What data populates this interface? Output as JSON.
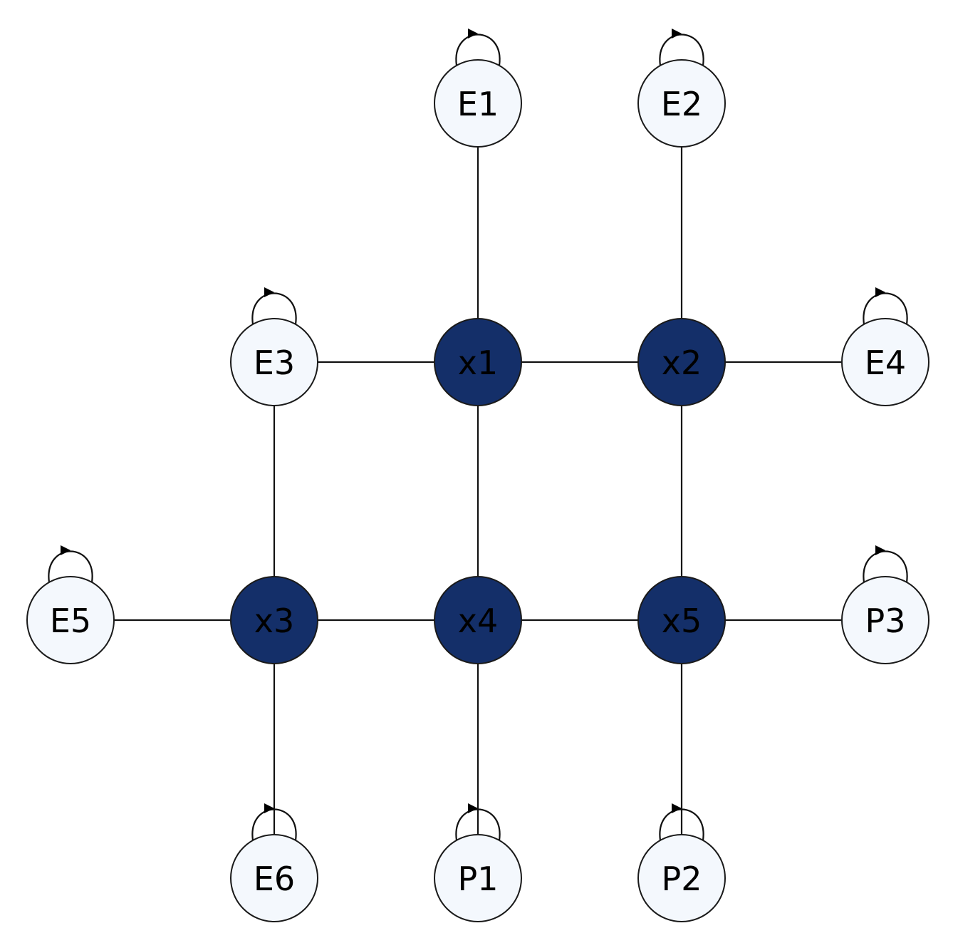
{
  "colors": {
    "variable_fill": "#142f69",
    "factor_fill": "#f4f8fd",
    "variable_text": "#000000",
    "factor_text": "#000000",
    "edge": "#111111"
  },
  "nodes": [
    {
      "id": "x1",
      "label": "x1",
      "kind": "variable"
    },
    {
      "id": "x2",
      "label": "x2",
      "kind": "variable"
    },
    {
      "id": "x3",
      "label": "x3",
      "kind": "variable"
    },
    {
      "id": "x4",
      "label": "x4",
      "kind": "variable"
    },
    {
      "id": "x5",
      "label": "x5",
      "kind": "variable"
    },
    {
      "id": "E1",
      "label": "E1",
      "kind": "factor",
      "self_loop": true
    },
    {
      "id": "E2",
      "label": "E2",
      "kind": "factor",
      "self_loop": true
    },
    {
      "id": "E3",
      "label": "E3",
      "kind": "factor",
      "self_loop": true
    },
    {
      "id": "E4",
      "label": "E4",
      "kind": "factor",
      "self_loop": true
    },
    {
      "id": "E5",
      "label": "E5",
      "kind": "factor",
      "self_loop": true
    },
    {
      "id": "E6",
      "label": "E6",
      "kind": "factor",
      "self_loop": true
    },
    {
      "id": "P1",
      "label": "P1",
      "kind": "factor",
      "self_loop": true
    },
    {
      "id": "P2",
      "label": "P2",
      "kind": "factor",
      "self_loop": true
    },
    {
      "id": "P3",
      "label": "P3",
      "kind": "factor",
      "self_loop": true
    }
  ],
  "edges": [
    [
      "E1",
      "x1"
    ],
    [
      "E2",
      "x2"
    ],
    [
      "E3",
      "x1"
    ],
    [
      "x1",
      "x2"
    ],
    [
      "x2",
      "E4"
    ],
    [
      "E3",
      "x3"
    ],
    [
      "x1",
      "x4"
    ],
    [
      "x2",
      "x5"
    ],
    [
      "E5",
      "x3"
    ],
    [
      "x3",
      "x4"
    ],
    [
      "x4",
      "x5"
    ],
    [
      "x5",
      "P3"
    ],
    [
      "x3",
      "E6"
    ],
    [
      "x4",
      "P1"
    ],
    [
      "x5",
      "P2"
    ]
  ]
}
